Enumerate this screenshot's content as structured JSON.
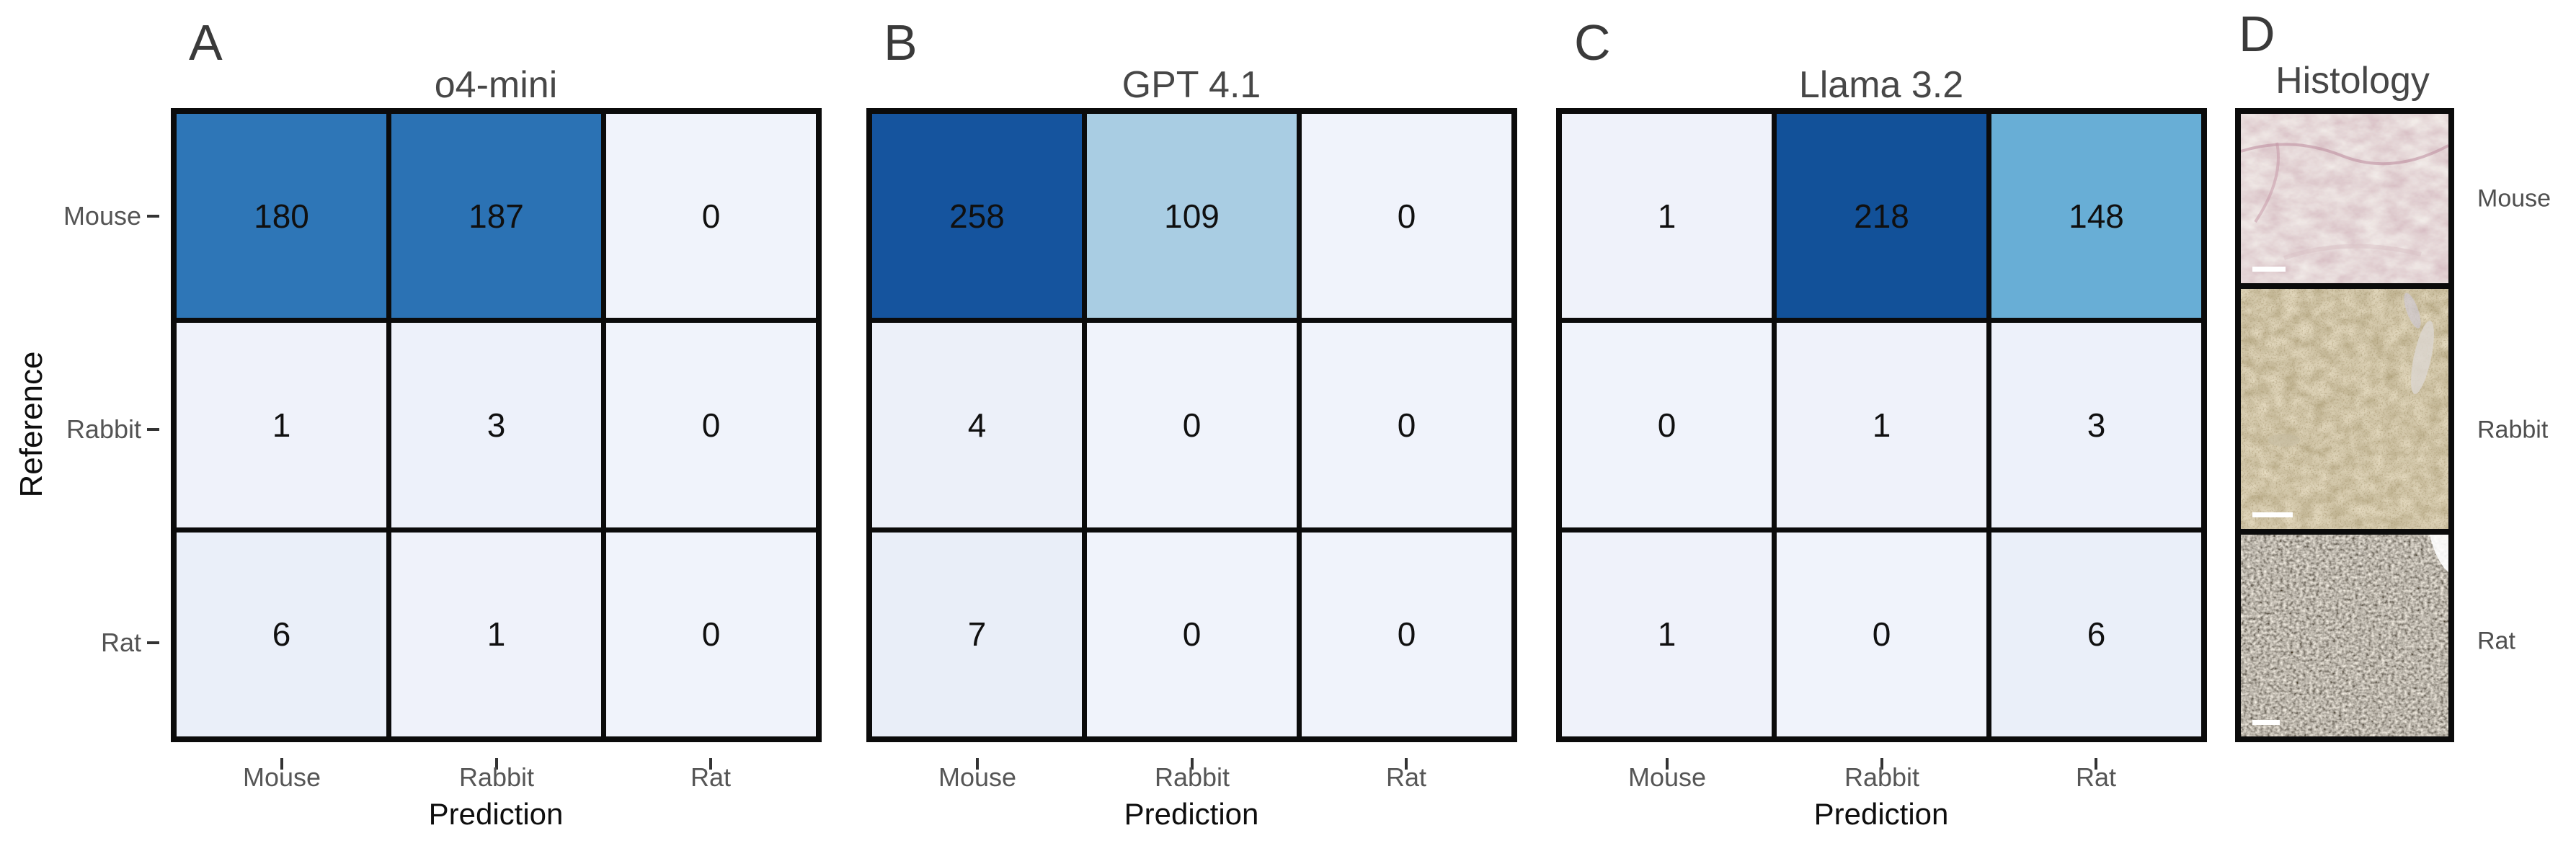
{
  "figure": {
    "background": "#ffffff"
  },
  "axes": {
    "xlabel": "Prediction",
    "ylabel": "Reference",
    "row_labels": [
      "Mouse",
      "Rabbit",
      "Rat"
    ],
    "col_labels": [
      "Mouse",
      "Rabbit",
      "Rat"
    ]
  },
  "panels": [
    {
      "letter": "A",
      "title": "o4-mini",
      "values": [
        [
          180,
          187,
          0
        ],
        [
          1,
          3,
          0
        ],
        [
          6,
          1,
          0
        ]
      ],
      "fills": [
        [
          "#2e76b7",
          "#2b72b4",
          "#f0f3fb"
        ],
        [
          "#eff2fa",
          "#edf1fa",
          "#f0f3fb"
        ],
        [
          "#eaeff9",
          "#eff2fa",
          "#f0f3fb"
        ]
      ]
    },
    {
      "letter": "B",
      "title": "GPT 4.1",
      "values": [
        [
          258,
          109,
          0
        ],
        [
          4,
          0,
          0
        ],
        [
          7,
          0,
          0
        ]
      ],
      "fills": [
        [
          "#15549e",
          "#a9cde3",
          "#f0f3fb"
        ],
        [
          "#ecf0f9",
          "#f0f3fb",
          "#f0f3fb"
        ],
        [
          "#e9eef8",
          "#f0f3fb",
          "#f0f3fb"
        ]
      ]
    },
    {
      "letter": "C",
      "title": "Llama 3.2",
      "values": [
        [
          1,
          218,
          148
        ],
        [
          0,
          1,
          3
        ],
        [
          1,
          0,
          6
        ]
      ],
      "fills": [
        [
          "#eff2fa",
          "#125199",
          "#68aed6"
        ],
        [
          "#f0f3fb",
          "#eff2fa",
          "#edf1fa"
        ],
        [
          "#eff2fa",
          "#f0f3fb",
          "#eaeff9"
        ]
      ]
    },
    {
      "letter": "D",
      "title": "Histology",
      "images": [
        {
          "label": "Mouse",
          "base_color": "#e3d0cc",
          "scalebar_w": "46"
        },
        {
          "label": "Rabbit",
          "base_color": "#b2a073",
          "scalebar_w": "56"
        },
        {
          "label": "Rat",
          "base_color": "#4f4842",
          "scalebar_w": "38"
        }
      ]
    }
  ],
  "chart_data": [
    {
      "type": "heatmap",
      "panel": "A",
      "title": "o4-mini",
      "xlabel": "Prediction",
      "ylabel": "Reference",
      "x_categories": [
        "Mouse",
        "Rabbit",
        "Rat"
      ],
      "y_categories": [
        "Mouse",
        "Rabbit",
        "Rat"
      ],
      "values": [
        [
          180,
          187,
          0
        ],
        [
          1,
          3,
          0
        ],
        [
          6,
          1,
          0
        ]
      ],
      "colormap": "Blues",
      "cell_value_color": "#000000",
      "grid": "black lines between cells"
    },
    {
      "type": "heatmap",
      "panel": "B",
      "title": "GPT 4.1",
      "xlabel": "Prediction",
      "ylabel": "Reference",
      "x_categories": [
        "Mouse",
        "Rabbit",
        "Rat"
      ],
      "y_categories": [
        "Mouse",
        "Rabbit",
        "Rat"
      ],
      "values": [
        [
          258,
          109,
          0
        ],
        [
          4,
          0,
          0
        ],
        [
          7,
          0,
          0
        ]
      ],
      "colormap": "Blues",
      "cell_value_color": "#000000",
      "grid": "black lines between cells"
    },
    {
      "type": "heatmap",
      "panel": "C",
      "title": "Llama 3.2",
      "xlabel": "Prediction",
      "ylabel": "Reference",
      "x_categories": [
        "Mouse",
        "Rabbit",
        "Rat"
      ],
      "y_categories": [
        "Mouse",
        "Rabbit",
        "Rat"
      ],
      "values": [
        [
          1,
          218,
          148
        ],
        [
          0,
          1,
          3
        ],
        [
          1,
          0,
          6
        ]
      ],
      "colormap": "Blues",
      "cell_value_color": "#000000",
      "grid": "black lines between cells"
    },
    {
      "type": "table",
      "panel": "D",
      "title": "Histology",
      "rows": [
        "Mouse",
        "Rabbit",
        "Rat"
      ]
    }
  ]
}
